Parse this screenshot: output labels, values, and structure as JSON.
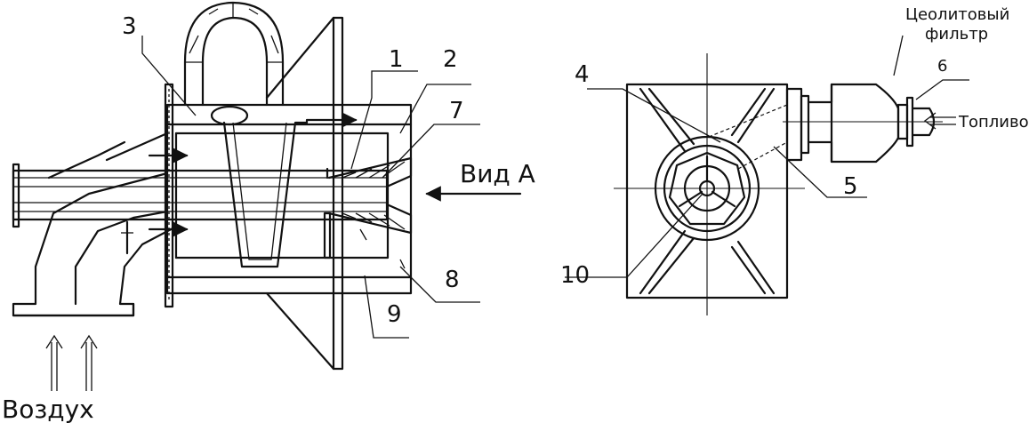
{
  "labels": {
    "n1": "1",
    "n2": "2",
    "n3": "3",
    "n4": "4",
    "n5": "5",
    "n6": "6",
    "n7": "7",
    "n8": "8",
    "n9": "9",
    "n10": "10",
    "view_a": "Вид А",
    "air": "Воздух",
    "fuel": "Топливо",
    "filter_line1": "Цеолитовый",
    "filter_line2": "фильтр"
  }
}
